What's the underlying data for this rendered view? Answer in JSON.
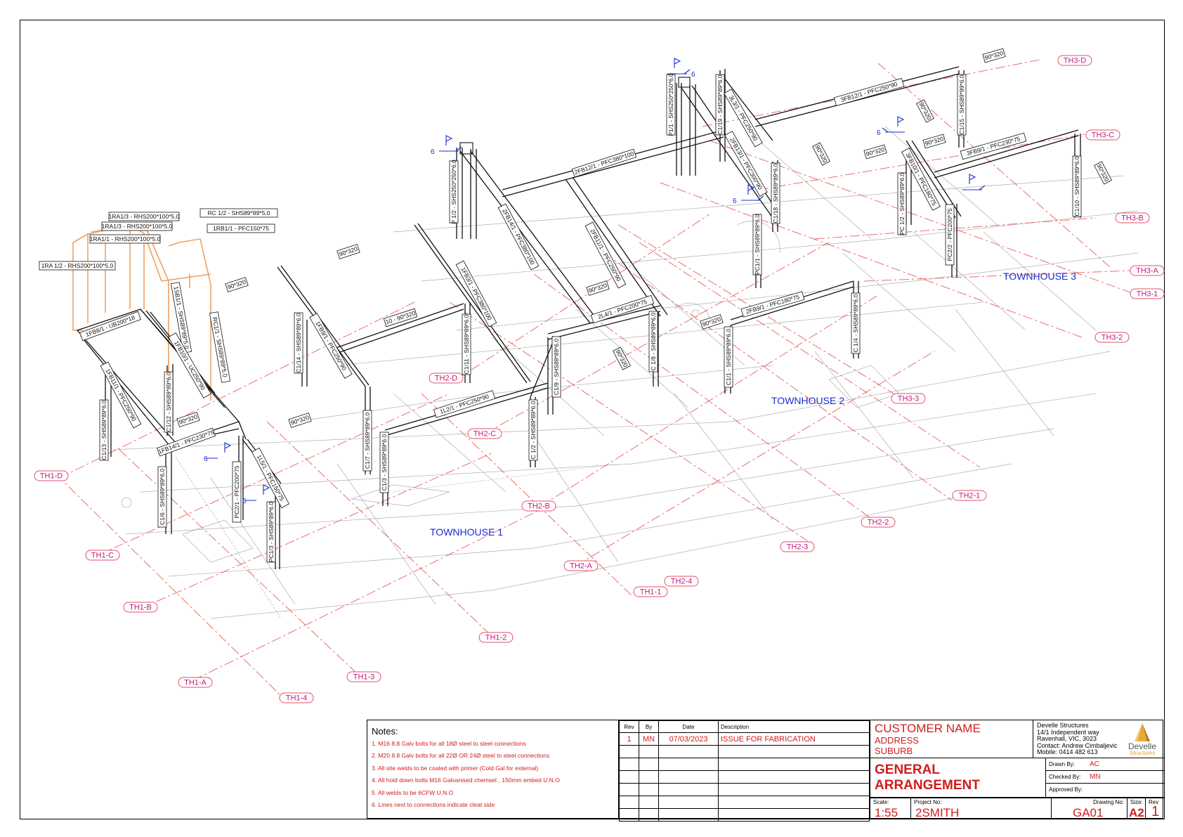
{
  "drawing": {
    "grid_labels": [
      {
        "id": "th3-d",
        "text": "TH3-D"
      },
      {
        "id": "th3-c",
        "text": "TH3-C"
      },
      {
        "id": "th3-b",
        "text": "TH3-B"
      },
      {
        "id": "th3-a",
        "text": "TH3-A"
      },
      {
        "id": "th3-1",
        "text": "TH3-1"
      },
      {
        "id": "th3-2",
        "text": "TH3-2"
      },
      {
        "id": "th3-3",
        "text": "TH3-3"
      },
      {
        "id": "th2-d",
        "text": "TH2-D"
      },
      {
        "id": "th2-c",
        "text": "TH2-C"
      },
      {
        "id": "th2-b",
        "text": "TH2-B"
      },
      {
        "id": "th2-a",
        "text": "TH2-A"
      },
      {
        "id": "th2-1",
        "text": "TH2-1"
      },
      {
        "id": "th2-2",
        "text": "TH2-2"
      },
      {
        "id": "th2-3",
        "text": "TH2-3"
      },
      {
        "id": "th2-4",
        "text": "TH2-4"
      },
      {
        "id": "th1-d",
        "text": "TH1-D"
      },
      {
        "id": "th1-c",
        "text": "TH1-C"
      },
      {
        "id": "th1-b",
        "text": "TH1-B"
      },
      {
        "id": "th1-a",
        "text": "TH1-A"
      },
      {
        "id": "th1-1",
        "text": "TH1-1"
      },
      {
        "id": "th1-2",
        "text": "TH1-2"
      },
      {
        "id": "th1-3",
        "text": "TH1-3"
      },
      {
        "id": "th1-4",
        "text": "TH1-4"
      }
    ],
    "townhouse_labels": [
      "TOWNHOUSE 1",
      "TOWNHOUSE 2",
      "TOWNHOUSE 3"
    ],
    "member_labels": [
      "RC 1/2 - SHS89*89*5.0",
      "1RA1/3 - RHS200*100*5.0",
      "1RA1/3 - RHS200*100*5.0",
      "1RB1/1 - PFC150*75",
      "1RA1/1 - RHS200*100*5.0",
      "1RA 1/2 - RHS200*100*5.0",
      "1SB1/1 - SHS89*89*5.0",
      "RC1/1 - SHS89*89*5.0",
      "1FB8/1 - UB200*18",
      "1FB10/1 - UC250*90",
      "1FB11/1 - PFC250*90",
      "C1/13 - SHS89*89*6.0",
      "C1/12 - SHS89*89*6.0",
      "1FB14/1 - PFC230*75",
      "C1/6 - SHS89*89*6.0",
      "PC2/1 - PFC200*75",
      "1L5/1 - PFC150*75",
      "PC1/3 - SHS89*89*6.0",
      "C1/14 - SHS89*89*6.0",
      "1FB9/1 - PFC250*90",
      "C1/7 - SHS89*89*6.0",
      "C1/3 - SHS89*89*6.0",
      "1FB3/1 - PFC380*100",
      "C1/11 - SHS89*89*6.0",
      "1L2/1 - PFC250*90",
      "C 1/2 - SHS89*89*6.0",
      "P 1/2 - SHS250*250*6.0",
      "2FB14/1 - PFC380*100",
      "2FB12/1 - PFC380*100",
      "2FB11/1 - PFC250*90",
      "C1/9 - SHS89*89*6.0",
      "2L4/1 - PFC200*75",
      "C 1/8 - SHS89*89*6.0",
      "P1/1 - SHS250*250*6.0",
      "C1/19 - SHS89*89*6.0",
      "3L3/1 - PFC250*90",
      "2FB13/1 - PFC300*90",
      "C1/18 - SHS89*89*6.0",
      "PC1/1 - SHS89*89*6.0",
      "2FB9/1 - PFC180*75",
      "C1/1 - SHS89*89*6.0",
      "C 1/4 - SHS89*89*6.0",
      "3FB12/1 - PFC250*90",
      "C1/15 - SHS89*89*6.0",
      "3FB10/1 - PFC180*75",
      "PC 1/2 - SHS89*89*6.0",
      "PC2/2 - PFC200*75",
      "3FB9/1 - PFC230*75",
      "C1/10 - SHS89*89*6.0"
    ],
    "dimension_labels": [
      "90*320",
      "90*320",
      "90*320",
      "90*320",
      "10 - 90*320",
      "90*320",
      "90*320",
      "90*320",
      "90*320",
      "90*320",
      "90*320",
      "90*320",
      "90*320",
      "90*320"
    ],
    "weld_symbol_text": "6"
  },
  "notes": {
    "title": "Notes:",
    "items": [
      "1. M16 8.8 Galv bolts for all 18Ø steel to steel connections",
      "2. M20 8.8 Galv bolts for all 22Ø OR 24Ø steel to steel connections",
      "3. All site welds to be coated with primer (Cold Gal for external)",
      "4. All hold down bolts M16 Galvanised chemset , 150mm embed U.N.O",
      "5. All welds to be 6CFW U.N.O",
      "6. Lines next to connections indicate cleat side"
    ]
  },
  "revisions": {
    "headers": [
      "Rev",
      "By",
      "Date",
      "Description"
    ],
    "rows": [
      {
        "rev": "1",
        "by": "MN",
        "date": "07/03/2023",
        "description": "ISSUE FOR FABRICATION"
      }
    ]
  },
  "customer": {
    "name": "CUSTOMER NAME",
    "address": "ADDRESS",
    "suburb": "SUBURB"
  },
  "company": {
    "name": "Develle Structures",
    "address1": "14/1 Independent way",
    "address2": "Ravenhall, VIC, 3023",
    "contact": "Contact: Andrew Cimbaljevic",
    "mobile": "Mobile: 0414 482 613",
    "logo_text1": "Develle",
    "logo_text2": "Structures"
  },
  "drawing_title": "GENERAL ARRANGEMENT",
  "approvals": {
    "drawn_label": "Drawn By:",
    "drawn_value": "AC",
    "checked_label": "Checked By:",
    "checked_value": "MN",
    "approved_label": "Approved By:",
    "approved_value": ""
  },
  "footer": {
    "scale_label": "Scale:",
    "scale_value": "1:55",
    "project_label": "Project No:",
    "project_value": "2SMITH",
    "drawing_no_label": "Drawing No:",
    "drawing_no_value": "GA01",
    "size_label": "Size:",
    "size_value": "A2",
    "rev_label": "Rev",
    "rev_value": "1"
  },
  "colors": {
    "grid": "#e0403c",
    "grid_label": "#c2197e",
    "townhouse": "#1a2bd1",
    "notes": "#d21c1c",
    "highlight": "#f0a060"
  }
}
